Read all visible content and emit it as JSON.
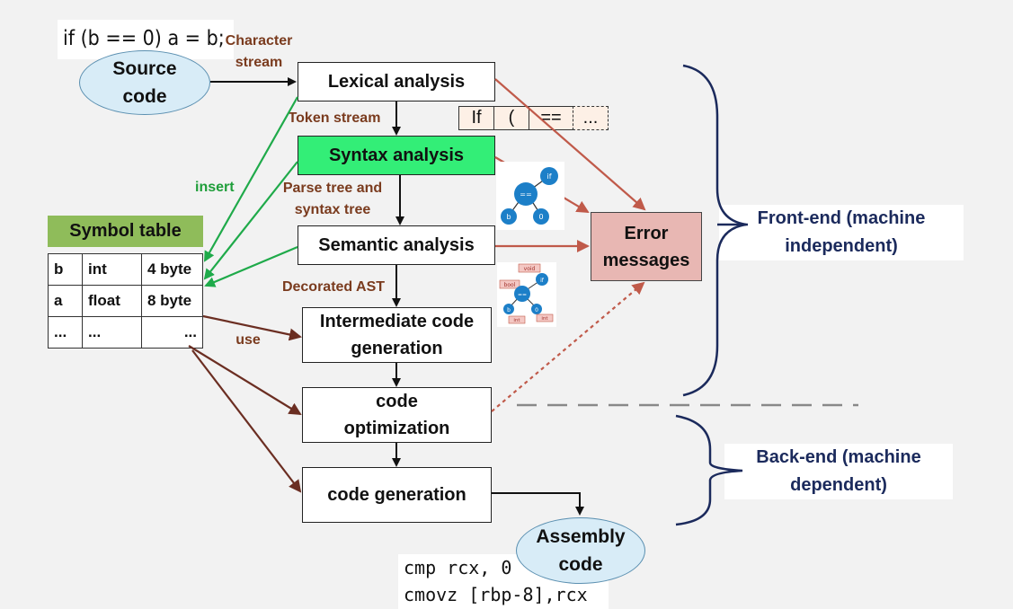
{
  "source_code_line": "if (b == 0) a = b;",
  "source_ellipse": "Source code",
  "labels": {
    "character_stream": "Character stream",
    "token_stream": "Token stream",
    "parse_tree": "Parse tree and syntax tree",
    "decorated_ast": "Decorated AST",
    "insert": "insert",
    "use": "use"
  },
  "phases": {
    "lexical": "Lexical analysis",
    "syntax": "Syntax analysis",
    "semantic": "Semantic analysis",
    "intermediate": "Intermediate code generation",
    "optimization": "code optimization",
    "generation": "code generation"
  },
  "error_box": "Error messages",
  "tokens": [
    "If",
    "(",
    "==",
    "..."
  ],
  "symbol_table": {
    "title": "Symbol table",
    "rows": [
      [
        "b",
        "int",
        "4 byte"
      ],
      [
        "a",
        "float",
        "8 byte"
      ],
      [
        "...",
        "...",
        "..."
      ]
    ]
  },
  "front_end": "Front-end (machine independent)",
  "back_end": "Back-end (machine dependent)",
  "assembly_ellipse": "Assembly code",
  "assembly_lines": [
    "cmp rcx, 0",
    "cmovz [rbp-8],rcx"
  ],
  "tree_nodes": {
    "syntax_tree": [
      "if",
      "==",
      "b",
      "0"
    ],
    "decorated_tree": [
      "void",
      "bool",
      "if",
      "==",
      "b",
      "0",
      "int",
      "int"
    ]
  },
  "colors": {
    "syntax_highlight": "#33ee77",
    "symbol_title_bg": "#8fbc5a",
    "error_bg": "#e8b7b3",
    "brown_label": "#7a3b1e",
    "green_arrow": "#1faa4a",
    "red_arrow": "#c05a4a",
    "navy": "#1b2a5c"
  }
}
